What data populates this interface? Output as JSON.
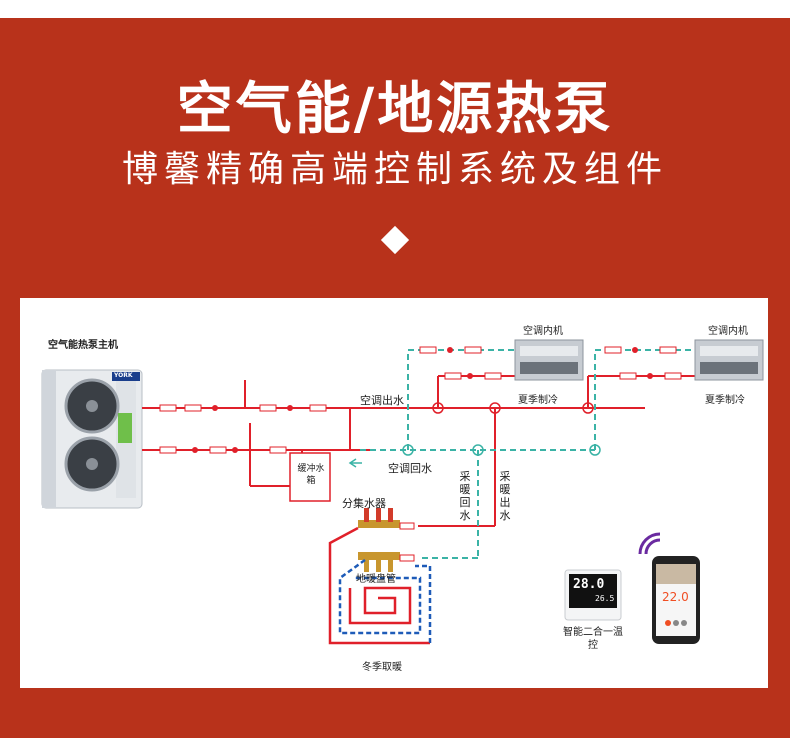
{
  "header": {
    "title": "空气能/地源热泵",
    "subtitle": "博馨精确高端控制系统及组件"
  },
  "diagram": {
    "heat_pump_label": "空气能热泵主机",
    "brand": "YORK",
    "indoor_unit_label_1": "空调内机",
    "indoor_unit_label_2": "空调内机",
    "ac_supply_label": "空调出水",
    "ac_return_label": "空调回水",
    "summer_cooling_1": "夏季制冷",
    "summer_cooling_2": "夏季制冷",
    "buffer_tank_label": "缓冲水箱",
    "heating_return_label": "采暖回水",
    "heating_supply_label": "采暖出水",
    "manifold_label": "分集水器",
    "floor_coil_label": "地暖盘管",
    "winter_heating_label": "冬季取暖",
    "thermostat_label": "智能二合一温控",
    "thermostat_reading_main": "28.0",
    "thermostat_reading_small": "26.5",
    "phone_temperature": "22.0"
  },
  "colors": {
    "banner": "#b8321b",
    "pipe_supply": "#e0202a",
    "pipe_return": "#3bb3a6",
    "coil": "#1e5bb8"
  }
}
